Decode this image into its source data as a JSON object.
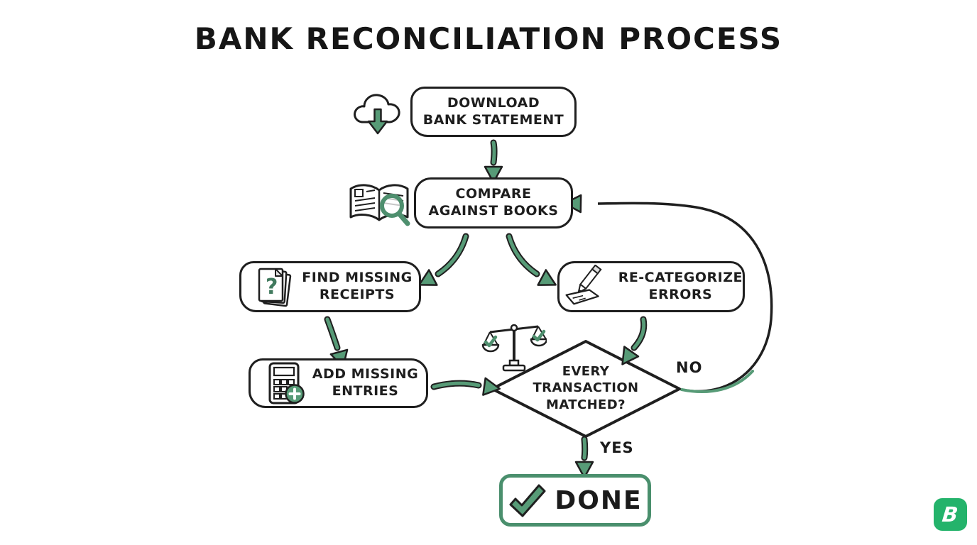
{
  "title": "BANK RECONCILIATION PROCESS",
  "colors": {
    "arrow_green": "#579b77",
    "done_border_green": "#4a8f6d",
    "logo_green": "#24b36b",
    "ink_black": "#1f1f1f",
    "background": "#ffffff"
  },
  "nodes": {
    "download": {
      "icon": "cloud-download-icon",
      "lines": [
        "DOWNLOAD",
        "BANK STATEMENT"
      ]
    },
    "compare": {
      "icon": "book-magnifier-icon",
      "lines": [
        "COMPARE",
        "AGAINST BOOKS"
      ]
    },
    "find_receipts": {
      "icon": "papers-question-icon",
      "lines": [
        "FIND MISSING",
        "RECEIPTS"
      ]
    },
    "recategorize": {
      "icon": "pencil-paper-icon",
      "lines": [
        "RE-CATEGORIZE",
        "ERRORS"
      ]
    },
    "add_entries": {
      "icon": "calculator-plus-icon",
      "lines": [
        "ADD MISSING",
        "ENTRIES"
      ]
    },
    "decision": {
      "icon": "balance-scale-icon",
      "lines": [
        "EVERY",
        "TRANSACTION",
        "MATCHED?"
      ]
    },
    "done": {
      "icon": "checkmark-icon",
      "label": "DONE"
    }
  },
  "edge_labels": {
    "no": "NO",
    "yes": "YES"
  },
  "icons": {
    "question_mark": "?"
  },
  "logo": {
    "letter": "B"
  }
}
